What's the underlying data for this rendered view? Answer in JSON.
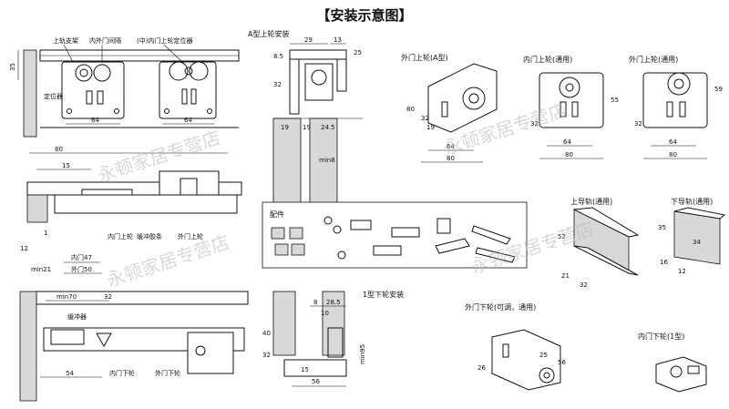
{
  "title": "【安装示意图】",
  "watermark": "永顿家居专营店",
  "panel_top_left": {
    "top_labels": [
      "上轨支架",
      "内外门间隔",
      "(中)内门上轮定位器"
    ],
    "dims": [
      "35",
      "64",
      "64"
    ],
    "side_label": "定位器"
  },
  "panel_top_mid": {
    "title": "A型上轮安装",
    "dims": [
      "29",
      "13",
      "8.5",
      "32",
      "25",
      "19",
      "19",
      "24.5",
      "min8"
    ]
  },
  "panel_mid_left": {
    "dims": [
      "80",
      "15",
      "1",
      "12",
      "min21",
      "内门47",
      "外门50"
    ],
    "labels": [
      "内门上轮",
      "缓冲胶条",
      "外门上轮"
    ]
  },
  "panel_hardware": {
    "title": "配件"
  },
  "panel_bottom_left": {
    "dims": [
      "min70",
      "32",
      "54"
    ],
    "labels": [
      "缓冲器",
      "内门下轮",
      "外门下轮"
    ]
  },
  "panel_bottom_mid": {
    "title": "1型下轮安装",
    "dims": [
      "8",
      "28.5",
      "10",
      "32",
      "40",
      "15",
      "56",
      "min95"
    ]
  },
  "right_panels": {
    "outer_upper_a": {
      "title": "外门上轮(A型)",
      "dims": [
        "80",
        "32",
        "19",
        "64",
        "80"
      ]
    },
    "inner_upper": {
      "title": "内门上轮(通用)",
      "dims": [
        "55",
        "32",
        "64",
        "80"
      ]
    },
    "outer_upper": {
      "title": "外门上轮(通用)",
      "dims": [
        "59",
        "32",
        "64",
        "80"
      ]
    },
    "upper_rail": {
      "title": "上导轨(通用)",
      "dims": [
        "52",
        "21",
        "32"
      ]
    },
    "lower_rail": {
      "title": "下导轨(通用)",
      "dims": [
        "35",
        "34",
        "16",
        "12"
      ]
    },
    "outer_lower": {
      "title": "外门下轮(可调，通用)",
      "dims": [
        "26",
        "25",
        "56"
      ]
    },
    "inner_lower": {
      "title": "内门下轮(1型)"
    }
  }
}
